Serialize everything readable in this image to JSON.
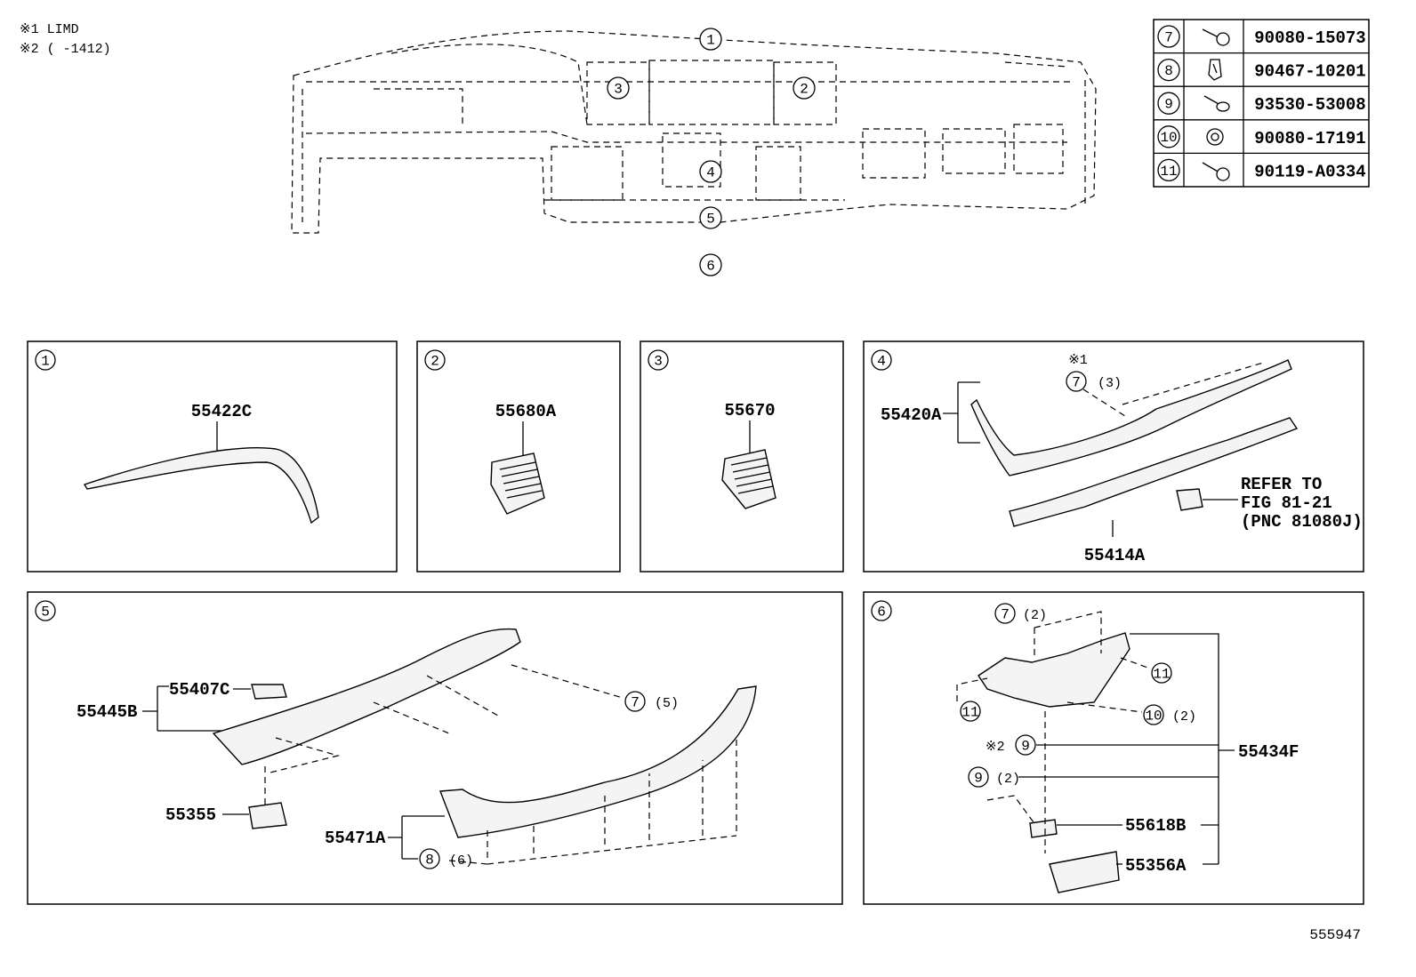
{
  "notes": {
    "n1": "※1 LIMD",
    "n2": "※2 (     -1412)"
  },
  "fastener_table": {
    "rows": [
      {
        "ref": "7",
        "icon": "bolt-washer-icon",
        "part_no": "90080-15073"
      },
      {
        "ref": "8",
        "icon": "clip-icon",
        "part_no": "90467-10201"
      },
      {
        "ref": "9",
        "icon": "screw-icon",
        "part_no": "93530-53008"
      },
      {
        "ref": "10",
        "icon": "nut-icon",
        "part_no": "90080-17191"
      },
      {
        "ref": "11",
        "icon": "screw-washer-icon",
        "part_no": "90119-A0334"
      }
    ]
  },
  "overview": {
    "callouts": [
      "1",
      "2",
      "3",
      "4",
      "5",
      "6"
    ]
  },
  "panels": {
    "p1": {
      "num": "1",
      "parts": {
        "a": "55422C"
      }
    },
    "p2": {
      "num": "2",
      "parts": {
        "a": "55680A"
      }
    },
    "p3": {
      "num": "3",
      "parts": {
        "a": "55670"
      }
    },
    "p4": {
      "num": "4",
      "parts": {
        "a": "55420A",
        "b": "55414A"
      },
      "note_mark": "※1",
      "fastener": {
        "ref": "7",
        "qty": "(3)"
      },
      "refer": [
        "REFER TO",
        "FIG 81-21",
        "(PNC 81080J)"
      ]
    },
    "p5": {
      "num": "5",
      "parts": {
        "a": "55445B",
        "b": "55407C",
        "c": "55355",
        "d": "55471A"
      },
      "fasteners": {
        "f7": {
          "ref": "7",
          "qty": "(5)"
        },
        "f8": {
          "ref": "8",
          "qty": "(6)"
        }
      }
    },
    "p6": {
      "num": "6",
      "parts": {
        "a": "55434F",
        "b": "55618B",
        "c": "55356A"
      },
      "note_mark": "※2",
      "fasteners": {
        "f7": {
          "ref": "7",
          "qty": "(2)"
        },
        "f11a": {
          "ref": "11",
          "qty": ""
        },
        "f11b": {
          "ref": "11",
          "qty": ""
        },
        "f10": {
          "ref": "10",
          "qty": "(2)"
        },
        "f9a": {
          "ref": "9",
          "qty": ""
        },
        "f9b": {
          "ref": "9",
          "qty": "(2)"
        }
      }
    }
  },
  "illustration_id": "555947"
}
